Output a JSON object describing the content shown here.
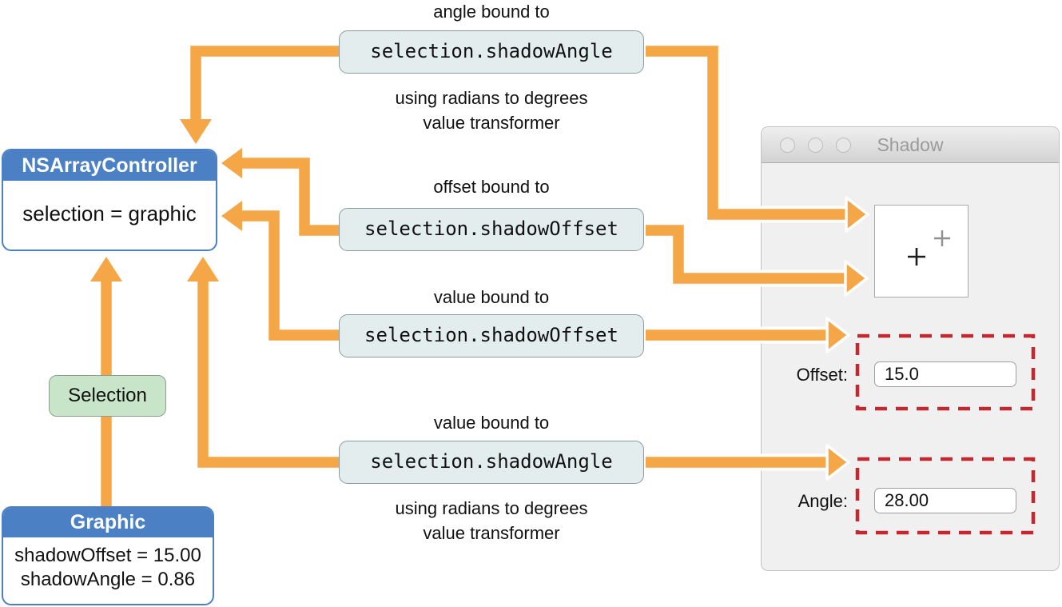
{
  "controller_box": {
    "title": "NSArrayController",
    "body": "selection = graphic"
  },
  "selection_badge": {
    "label": "Selection"
  },
  "graphic_box": {
    "title": "Graphic",
    "lines": [
      "shadowOffset = 15.00",
      "shadowAngle = 0.86"
    ]
  },
  "bindings": [
    {
      "caption": "angle bound to",
      "key": "selection.shadowAngle",
      "note": "using radians to degrees\nvalue transformer"
    },
    {
      "caption": "offset bound to",
      "key": "selection.shadowOffset"
    },
    {
      "caption": "value bound to",
      "key": "selection.shadowOffset"
    },
    {
      "caption": "value bound to",
      "key": "selection.shadowAngle",
      "note": "using radians to degrees\nvalue transformer"
    }
  ],
  "inspector_window": {
    "title": "Shadow",
    "offset_label": "Offset:",
    "offset_value": "15.0",
    "angle_label": "Angle:",
    "angle_value": "28.00"
  },
  "colors": {
    "arrow_orange": "#F5A646",
    "header_blue": "#4B80C4",
    "binding_box_fill": "#E3EDED",
    "selection_green": "#C9E5C9",
    "highlight_red": "#C2282E"
  }
}
